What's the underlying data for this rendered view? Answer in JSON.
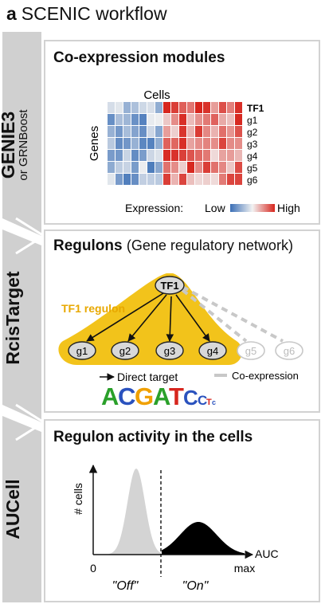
{
  "figure": {
    "letter": "a",
    "title": "SCENIC workflow"
  },
  "steps": [
    {
      "tool": "GENIE3",
      "alt": "or GRNBoost"
    },
    {
      "tool": "RcisTarget",
      "alt": ""
    },
    {
      "tool": "AUCell",
      "alt": ""
    }
  ],
  "panel1": {
    "title": "Co-expression modules",
    "cells_label": "Cells",
    "genes_label": "Genes",
    "rows": [
      "TF1",
      "g1",
      "g2",
      "g3",
      "g4",
      "g5",
      "g6"
    ],
    "legend_label": "Expression:",
    "legend_low": "Low",
    "legend_high": "High",
    "colors": {
      "low": "#3b6fb6",
      "mid": "#f2f2f2",
      "high": "#d7261e"
    }
  },
  "panel2": {
    "title_bold": "Regulons",
    "title_rest": "(Gene regulatory network)",
    "regulon_label": "TF1 regulon",
    "tf": "TF1",
    "targets": [
      "g1",
      "g2",
      "g3",
      "g4"
    ],
    "coexp_only": [
      "g5",
      "g6"
    ],
    "direct_label": "Direct target",
    "coexp_label": "Co-expression",
    "motif": [
      "A",
      "C",
      "G",
      "A",
      "T",
      "C",
      "C",
      "T",
      "c"
    ],
    "colors": {
      "regulon": "#f2c31b",
      "regulon_text": "#e8a800",
      "grey": "#c8c8c8"
    }
  },
  "panel3": {
    "title": "Regulon activity in the cells",
    "ylabel": "# cells",
    "xlabel": "AUC",
    "x_min_label": "0",
    "x_max_label": "max",
    "off_label": "\"Off\"",
    "on_label": "\"On\"",
    "colors": {
      "off": "#d4d4d4",
      "on": "#000000"
    }
  }
}
